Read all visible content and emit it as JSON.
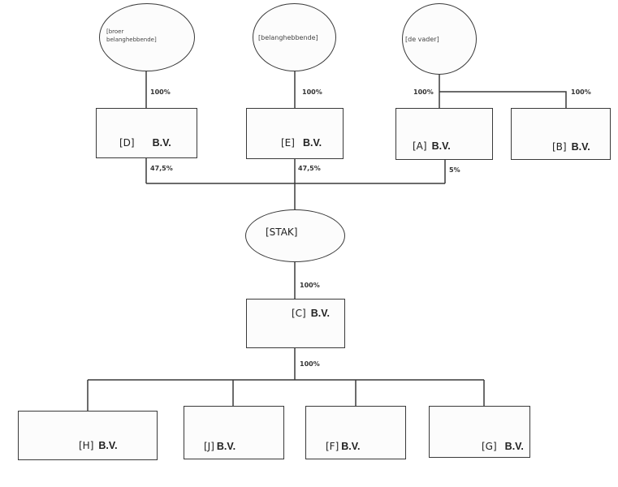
{
  "persons": {
    "broer": "[broer belanghebbende]",
    "belanghebbende": "[belanghebbende]",
    "vader": "[de vader]"
  },
  "companies": {
    "D": {
      "id": "[D]",
      "suffix": "B.V."
    },
    "E": {
      "id": "[E]",
      "suffix": "B.V."
    },
    "A": {
      "id": "[A]",
      "suffix": "B.V."
    },
    "B": {
      "id": "[B]",
      "suffix": "B.V."
    },
    "C": {
      "id": "[C]",
      "suffix": "B.V."
    },
    "H": {
      "id": "[H]",
      "suffix": "B.V."
    },
    "J": {
      "id": "[J]",
      "suffix": "B.V."
    },
    "F": {
      "id": "[F]",
      "suffix": "B.V."
    },
    "G": {
      "id": "[G]",
      "suffix": "B.V."
    }
  },
  "stak": "[STAK]",
  "percentages": {
    "broer_to_D": "100%",
    "belanghebbende_to_E": "100%",
    "vader_to_A": "100%",
    "vader_to_B": "100%",
    "D_to_STAK": "47,5%",
    "E_to_STAK": "47,5%",
    "A_to_STAK": "5%",
    "STAK_to_C": "100%",
    "C_to_subs": "100%"
  }
}
